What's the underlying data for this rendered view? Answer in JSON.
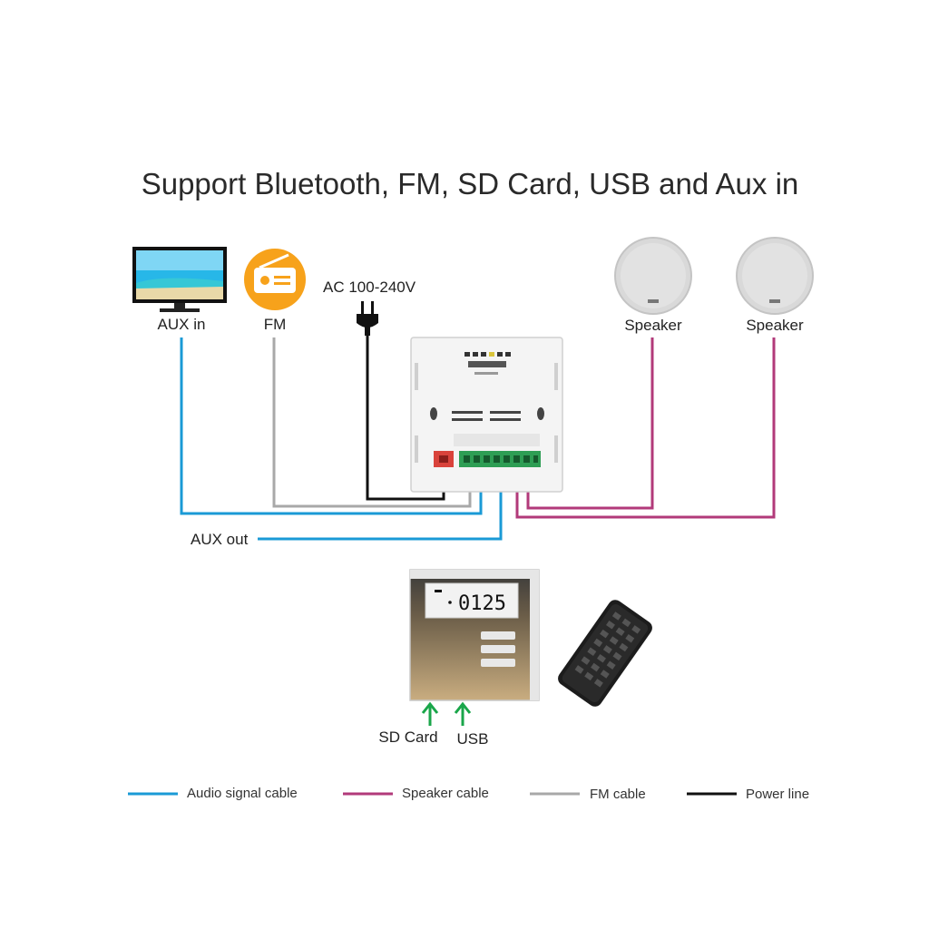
{
  "title": "Support Bluetooth, FM, SD Card, USB and Aux in",
  "sources": {
    "aux_in": "AUX in",
    "fm": "FM",
    "power": "AC 100-240V"
  },
  "speakers": [
    "Speaker",
    "Speaker"
  ],
  "aux_out": "AUX out",
  "panel": {
    "display": "0125",
    "inputs": [
      "SD Card",
      "USB"
    ]
  },
  "legend": [
    {
      "label": "Audio signal cable",
      "color": "#1a9ad6"
    },
    {
      "label": "Speaker cable",
      "color": "#b23a7a"
    },
    {
      "label": "FM cable",
      "color": "#a8a8a8"
    },
    {
      "label": "Power line",
      "color": "#111111"
    }
  ],
  "colors": {
    "audio": "#1a9ad6",
    "speaker": "#b23a7a",
    "fm": "#a8a8a8",
    "power": "#111111",
    "arrow": "#1aa64a",
    "fm_icon": "#f7a21b"
  }
}
